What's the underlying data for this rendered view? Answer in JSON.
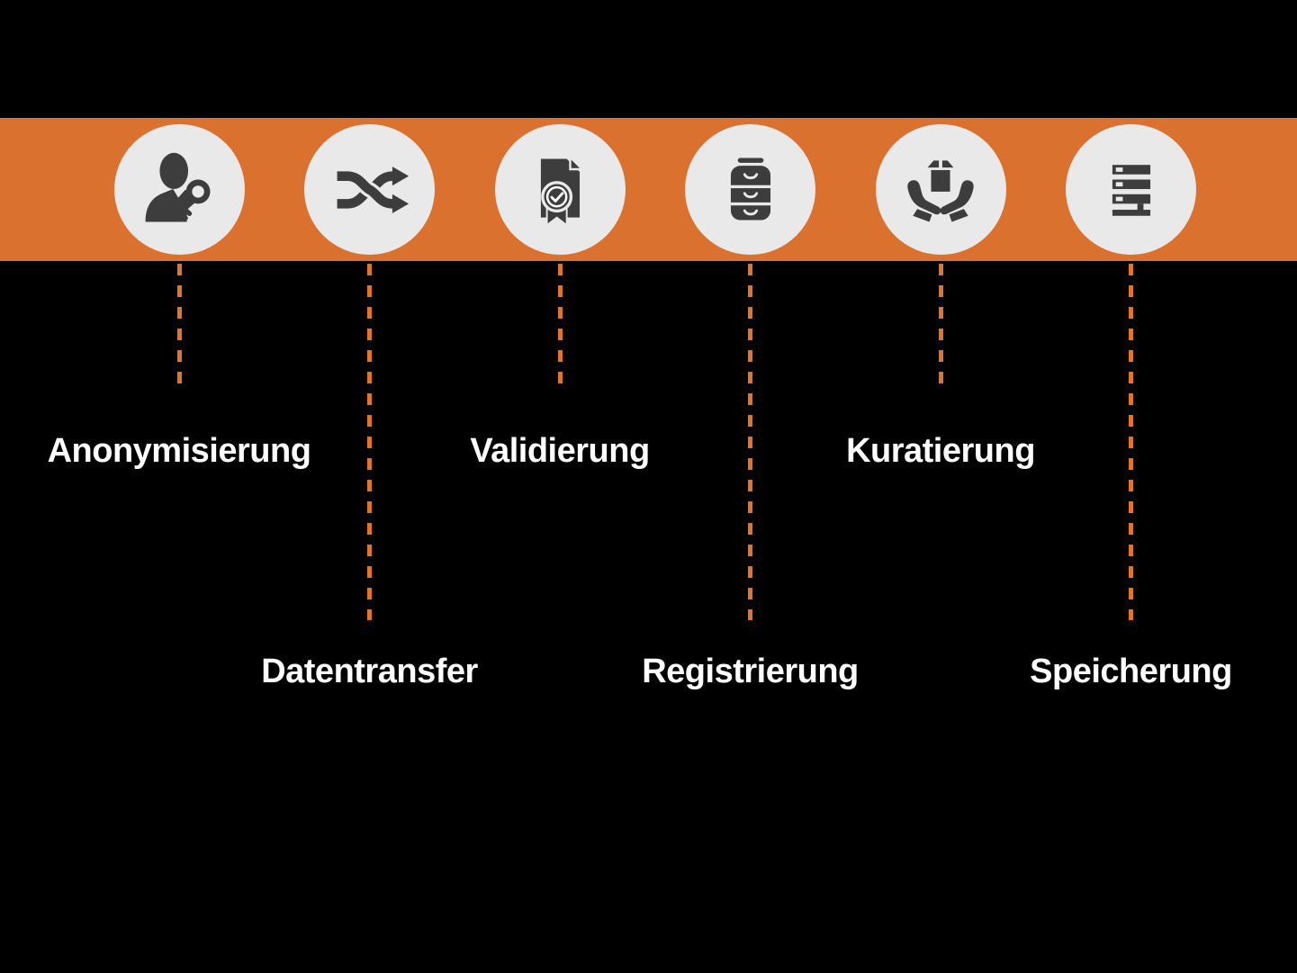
{
  "colors": {
    "background": "#000000",
    "band": "#DB712F",
    "dash": "#E0742D",
    "circle_fill": "#E9E9E9",
    "icon_fill": "#3D3D3D",
    "label_text": "#FFFFFF"
  },
  "steps": [
    {
      "id": "anonymisierung",
      "label": "Anonymisierung",
      "icon": "person-key-icon",
      "row": "upper",
      "line": "short"
    },
    {
      "id": "datentransfer",
      "label": "Datentransfer",
      "icon": "shuffle-arrows-icon",
      "row": "lower",
      "line": "long"
    },
    {
      "id": "validierung",
      "label": "Validierung",
      "icon": "certificate-check-icon",
      "row": "upper",
      "line": "short"
    },
    {
      "id": "registrierung",
      "label": "Registrierung",
      "icon": "drawer-cabinet-icon",
      "row": "lower",
      "line": "long"
    },
    {
      "id": "kuratierung",
      "label": "Kuratierung",
      "icon": "hands-box-icon",
      "row": "upper",
      "line": "short"
    },
    {
      "id": "speicherung",
      "label": "Speicherung",
      "icon": "server-stack-icon",
      "row": "lower",
      "line": "long"
    }
  ]
}
